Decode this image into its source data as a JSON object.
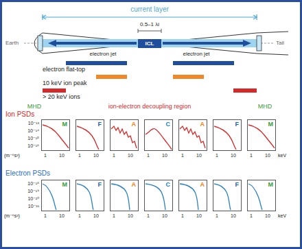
{
  "diagram": {
    "nodes": [
      {
        "text": [
          "ICL"
        ]
      },
      {
        "text": [
          "M"
        ]
      },
      {
        "text": [
          "F"
        ]
      },
      {
        "text": [
          "A"
        ]
      },
      {
        "text": [
          "C"
        ]
      },
      {
        "text": [
          "A"
        ]
      },
      {
        "text": [
          "F"
        ]
      },
      {
        "text": [
          "M"
        ]
      },
      {
        "text": [
          "M"
        ]
      },
      {
        "text": [
          "F"
        ]
      },
      {
        "text": [
          "A"
        ]
      },
      {
        "text": [
          "C"
        ]
      },
      {
        "text": [
          "A"
        ]
      },
      {
        "text": [
          "F"
        ]
      },
      {
        "text": [
          "M"
        ]
      }
    ],
    "labels": [
      "current layer",
      "0.5–1 λi",
      "Earth",
      "Tail",
      "electron jet",
      "electron jet",
      "electron flat-top",
      "10 keV ion peak",
      "> 20 keV ions",
      "MHD",
      "ion-electron decoupling region",
      "MHD",
      "Ion PSDs",
      "10⁻¹³",
      "10⁻¹⁴",
      "10⁻¹⁵",
      "10⁻¹⁶",
      "(m⁻⁶s³)",
      "1",
      "10",
      "1",
      "10",
      "1",
      "10",
      "1",
      "10",
      "1",
      "10",
      "1",
      "10",
      "1",
      "10",
      "keV",
      "Electron PSDs",
      "10⁻¹⁸",
      "10⁻¹⁹",
      "10⁻²⁰",
      "10⁻²¹",
      "(m⁻⁶s³)",
      "1",
      "10",
      "1",
      "10",
      "1",
      "10",
      "1",
      "10",
      "1",
      "10",
      "1",
      "10",
      "1",
      "10",
      "keV"
    ]
  }
}
